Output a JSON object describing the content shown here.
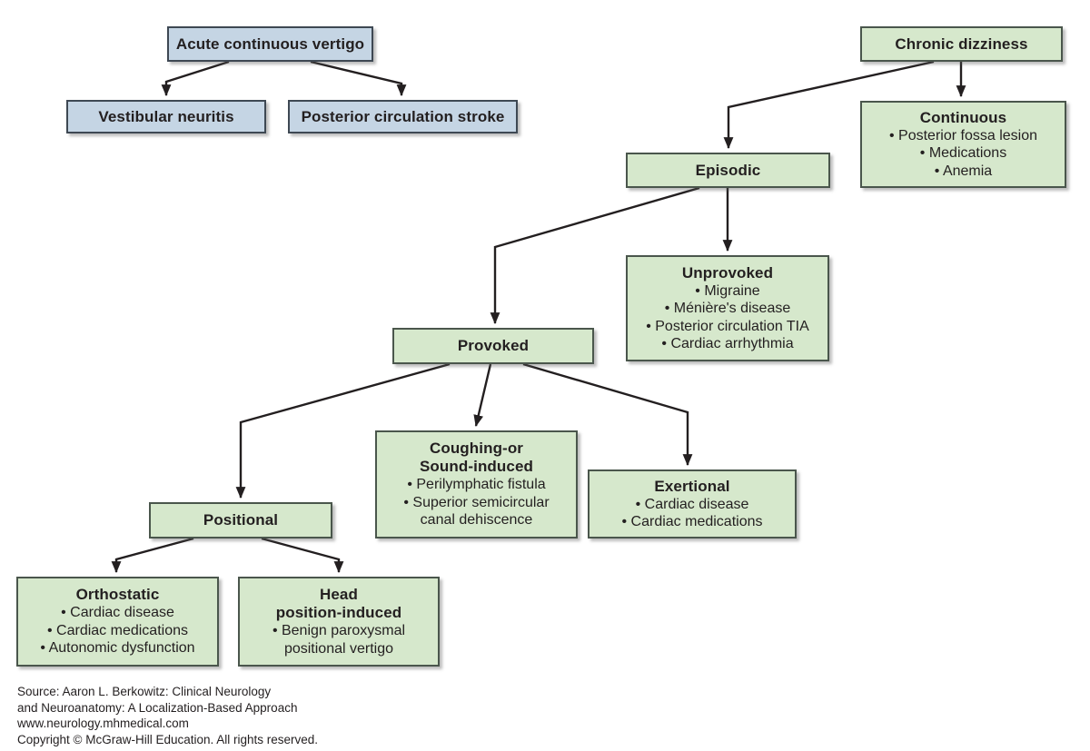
{
  "colors": {
    "background": "#ffffff",
    "blue_fill": "#c5d5e4",
    "blue_border": "#3e4853",
    "green_fill": "#d6e8cc",
    "green_border": "#4a564c",
    "line_color": "#231f20",
    "text_color": "#231f20"
  },
  "nodes": {
    "acute": {
      "title": "Acute continuous vertigo"
    },
    "vestibular": {
      "title": "Vestibular neuritis"
    },
    "stroke": {
      "title": "Posterior circulation stroke"
    },
    "chronic": {
      "title": "Chronic dizziness"
    },
    "continuous": {
      "title": "Continuous",
      "bullets": [
        "• Posterior fossa lesion",
        "• Medications",
        "• Anemia"
      ]
    },
    "episodic": {
      "title": "Episodic"
    },
    "unprovoked": {
      "title": "Unprovoked",
      "bullets": [
        "• Migraine",
        "• Ménière's disease",
        "• Posterior circulation TIA",
        "• Cardiac arrhythmia"
      ]
    },
    "provoked": {
      "title": "Provoked"
    },
    "coughing": {
      "title_lines": [
        "Coughing-or",
        "Sound-induced"
      ],
      "bullets": [
        "• Perilymphatic fistula",
        "• Superior semicircular",
        "canal dehiscence"
      ]
    },
    "exertional": {
      "title": "Exertional",
      "bullets": [
        "• Cardiac disease",
        "• Cardiac medications"
      ]
    },
    "positional": {
      "title": "Positional"
    },
    "orthostatic": {
      "title": "Orthostatic",
      "bullets": [
        "• Cardiac disease",
        "• Cardiac medications",
        "• Autonomic dysfunction"
      ]
    },
    "headpos": {
      "title_lines": [
        "Head",
        "position-induced"
      ],
      "bullets": [
        "• Benign paroxysmal",
        "positional vertigo"
      ]
    }
  },
  "footer": {
    "lines": [
      "Source: Aaron L. Berkowitz: Clinical Neurology",
      "and Neuroanatomy: A Localization-Based Approach",
      "www.neurology.mhmedical.com",
      "Copyright © McGraw-Hill Education. All rights reserved."
    ]
  }
}
